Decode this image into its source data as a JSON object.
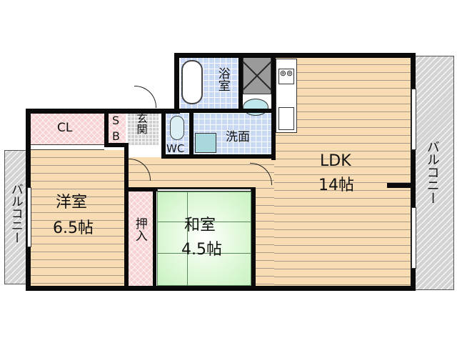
{
  "floor_plan": {
    "rooms": {
      "ldk": {
        "name": "LDK",
        "size": "14帖"
      },
      "western_room": {
        "name": "洋室",
        "size": "6.5帖"
      },
      "japanese_room": {
        "name": "和室",
        "size": "4.5帖"
      },
      "bath": {
        "name": "浴室"
      },
      "washroom": {
        "name": "洗面"
      },
      "toilet": {
        "name": "WC"
      },
      "entrance": {
        "name": "玄関"
      },
      "closet": {
        "name": "CL"
      },
      "shoe_box": {
        "name": "SB"
      },
      "oshiire": {
        "name": "押入"
      },
      "balcony_left": {
        "name": "バルコニー"
      },
      "balcony_right": {
        "name": "バルコニー"
      }
    },
    "colors": {
      "wall": "#0a0a0a",
      "wood_floor": "#f7dcb4",
      "tile_floor": "#c9d9f5",
      "closet": "#f7d3d3",
      "tatami": "#c8f2c0",
      "balcony": "#d4d4d4",
      "entrance": "#cfcfcf"
    }
  }
}
